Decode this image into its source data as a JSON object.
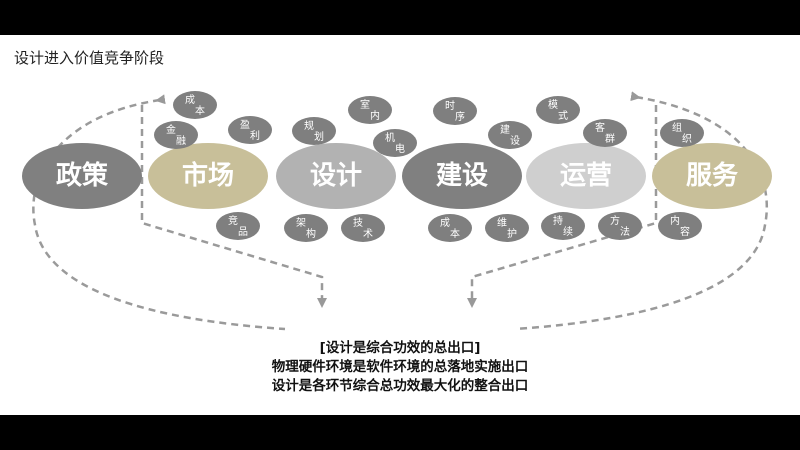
{
  "title": "设计进入价值竞争阶段",
  "stages": [
    {
      "label": "政策",
      "color": "#808080"
    },
    {
      "label": "市场",
      "color": "#c8bf99"
    },
    {
      "label": "设计",
      "color": "#b2b2b2"
    },
    {
      "label": "建设",
      "color": "#808080"
    },
    {
      "label": "运营",
      "color": "#cfcfcf"
    },
    {
      "label": "服务",
      "color": "#c8bf99"
    }
  ],
  "bubbles": [
    {
      "lines": [
        "成",
        "本"
      ]
    },
    {
      "lines": [
        "金",
        "融"
      ]
    },
    {
      "lines": [
        "盈",
        "利"
      ]
    },
    {
      "lines": [
        "规",
        "划"
      ]
    },
    {
      "lines": [
        "室",
        "内"
      ]
    },
    {
      "lines": [
        "机",
        "电"
      ]
    },
    {
      "lines": [
        "时",
        "序"
      ]
    },
    {
      "lines": [
        "建",
        "设"
      ]
    },
    {
      "lines": [
        "模",
        "式"
      ]
    },
    {
      "lines": [
        "客",
        "群"
      ]
    },
    {
      "lines": [
        "组",
        "织"
      ]
    },
    {
      "lines": [
        "竞",
        "品"
      ]
    },
    {
      "lines": [
        "架",
        "构"
      ]
    },
    {
      "lines": [
        "技",
        "术"
      ]
    },
    {
      "lines": [
        "成",
        "本"
      ]
    },
    {
      "lines": [
        "维",
        "护"
      ]
    },
    {
      "lines": [
        "持",
        "续"
      ]
    },
    {
      "lines": [
        "方",
        "法"
      ]
    },
    {
      "lines": [
        "内",
        "容"
      ]
    }
  ],
  "caption": {
    "line1": "[设计是综合功效的总出口]",
    "line2": "物理硬件环境是软件环境的总落地实施出口",
    "line3": "设计是各环节综合总功效最大化的整合出口"
  }
}
